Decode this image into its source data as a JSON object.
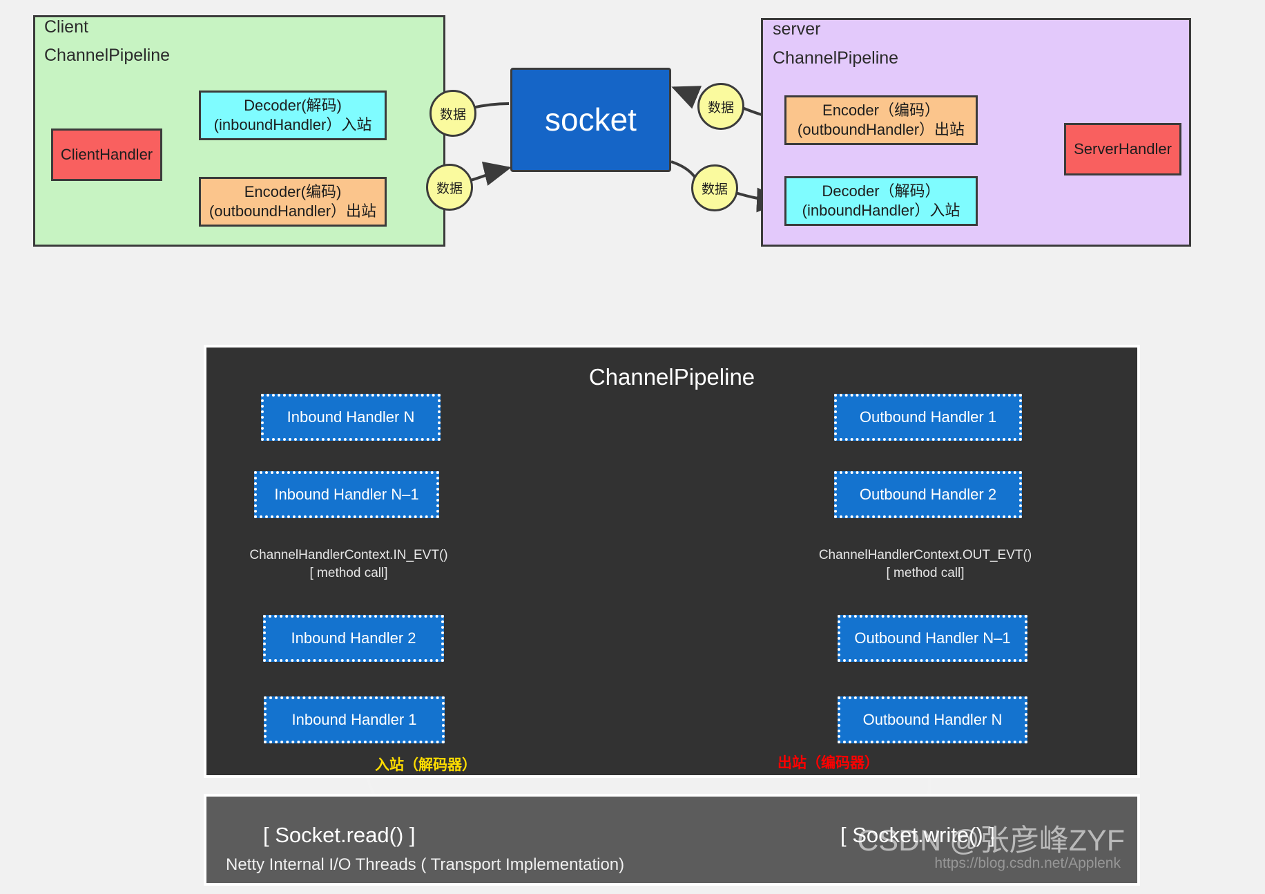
{
  "top_diagram": {
    "client_panel": {
      "title": "Client",
      "subtitle": "ChannelPipeline"
    },
    "server_panel": {
      "title": "server",
      "subtitle": "ChannelPipeline"
    },
    "boxes": {
      "client_handler": "ClientHandler",
      "client_decoder": "Decoder(解码)\n(inboundHandler）入站",
      "client_encoder": "Encoder(编码)\n(outboundHandler）出站",
      "socket": "socket",
      "server_encoder": "Encoder（编码）\n(outboundHandler）出站",
      "server_decoder": "Decoder（解码）\n(inboundHandler）入站",
      "server_handler": "ServerHandler"
    },
    "bubbles": [
      "数据",
      "数据",
      "数据",
      "数据"
    ],
    "colors": {
      "client_bg": "#c7f3c2",
      "server_bg": "#e3c9fb",
      "handler_red": "#f9605f",
      "decoder_cyan": "#7ffcff",
      "encoder_orange": "#fbc58c",
      "socket_blue": "#1565c7",
      "bubble_yellow": "#fafa9e",
      "stroke": "#3b3b3b"
    }
  },
  "bottom_diagram": {
    "title": "ChannelPipeline",
    "inbound_handlers": [
      "Inbound Handler N",
      "Inbound Handler N–1",
      "Inbound Handler 2",
      "Inbound Handler 1"
    ],
    "outbound_handlers": [
      "Outbound Handler 1",
      "Outbound Handler 2",
      "Outbound Handler N–1",
      "Outbound Handler N"
    ],
    "inbound_context_note": "ChannelHandlerContext.IN_EVT()\n[ method call]",
    "outbound_context_note": "ChannelHandlerContext.OUT_EVT()\n[ method call]",
    "inbound_direction_label": "入站（解码器）",
    "outbound_direction_label": "出站（编码器）",
    "inbound_direction_color": "#ffdd00",
    "outbound_direction_color": "#ff0000",
    "io_panel": {
      "read_label": "[ Socket.read() ]",
      "write_label": "[ Socket.write() ]",
      "footer": "Netty Internal I/O Threads ( Transport Implementation)"
    },
    "colors": {
      "pipeline_bg": "#323232",
      "io_bg": "#5c5c5c",
      "handler_blue": "#1473cf",
      "border_white": "#ffffff"
    }
  },
  "watermark": {
    "text": "CSDN @张彦峰ZYF",
    "url": "https://blog.csdn.net/Applenk"
  }
}
